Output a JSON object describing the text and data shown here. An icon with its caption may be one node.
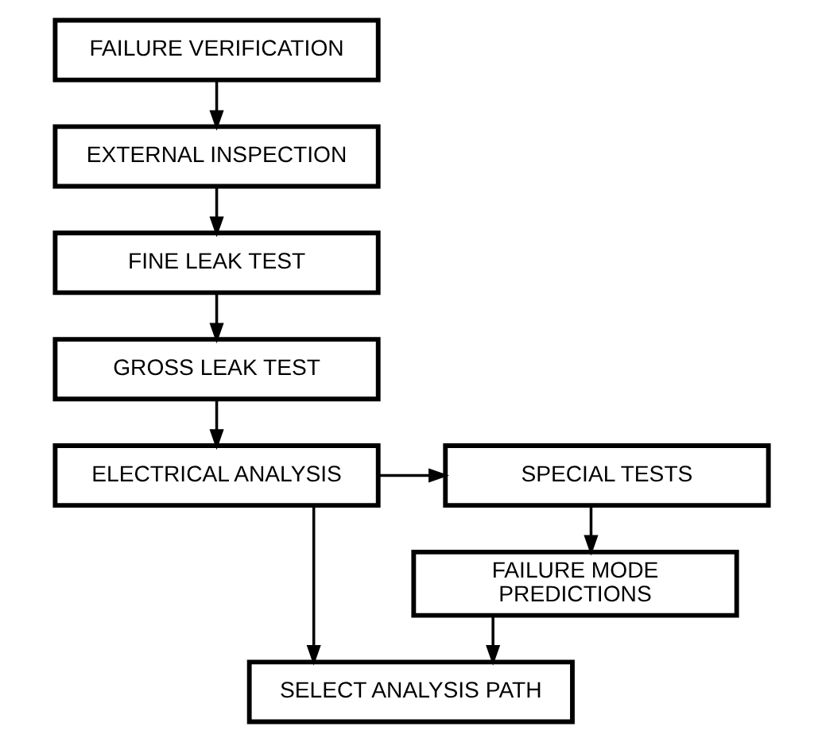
{
  "diagram": {
    "nodes": [
      {
        "text": [
          "FAILURE VERIFICATION"
        ]
      },
      {
        "text": [
          "EXTERNAL INSPECTION"
        ]
      },
      {
        "text": [
          "FINE LEAK TEST"
        ]
      },
      {
        "text": [
          "GROSS LEAK TEST"
        ]
      },
      {
        "text": [
          "ELECTRICAL ANALYSIS"
        ]
      },
      {
        "text": [
          "SPECIAL TESTS"
        ]
      },
      {
        "text": [
          "FAILURE MODE PREDICTIONS"
        ]
      },
      {
        "text": [
          "SELECT ANALYSIS PATH"
        ]
      }
    ],
    "edges": [
      {
        "from": 0,
        "to": 1,
        "arrow": "to"
      },
      {
        "from": 1,
        "to": 2,
        "arrow": "to"
      },
      {
        "from": 2,
        "to": 3,
        "arrow": "to"
      },
      {
        "from": 3,
        "to": 4,
        "arrow": "to"
      },
      {
        "from": 4,
        "to": 5,
        "arrow": "to"
      },
      {
        "from": 5,
        "to": 6,
        "arrow": "to"
      },
      {
        "from": 4,
        "to": 7,
        "arrow": "to"
      },
      {
        "from": 6,
        "to": 7,
        "arrow": "to"
      }
    ]
  }
}
